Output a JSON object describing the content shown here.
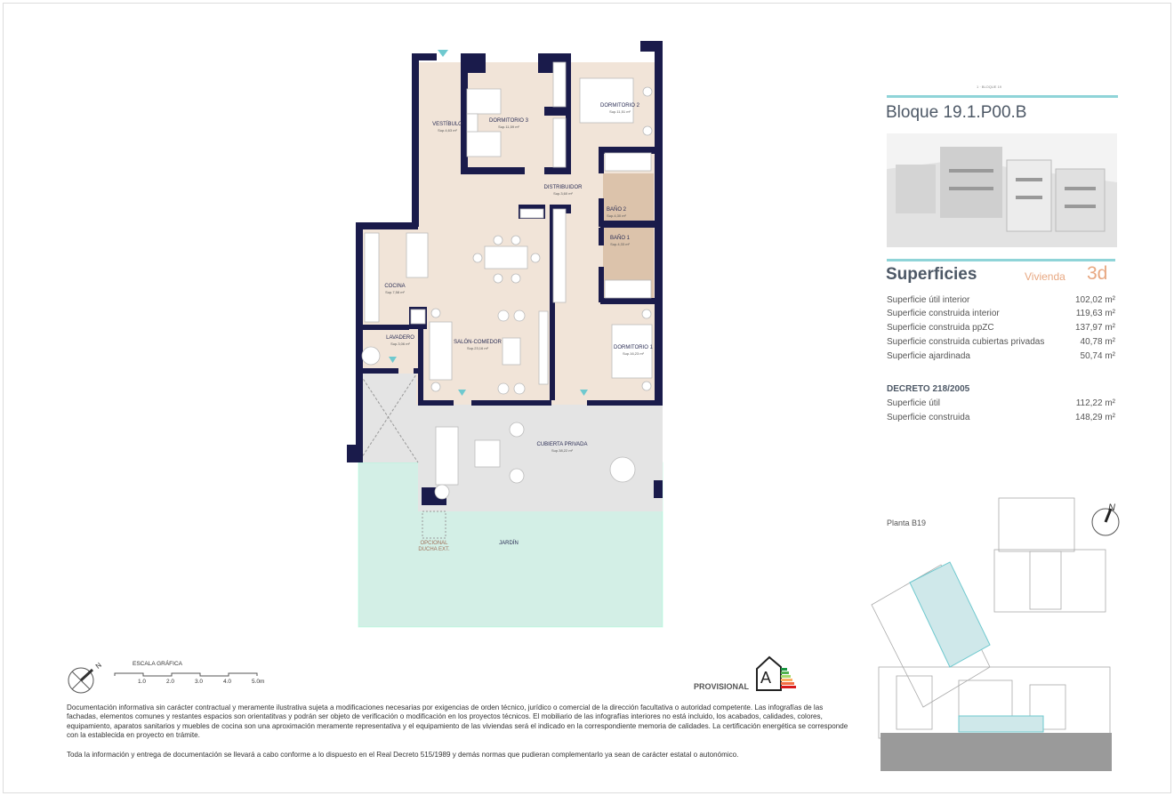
{
  "header": {
    "small_caption": "1 · BLOQUE 19",
    "title": "Bloque 19.1.P00.B"
  },
  "superficies": {
    "title": "Superficies",
    "vivienda_label": "Vivienda",
    "vivienda_type": "3d",
    "rows": [
      {
        "label": "Superficie útil interior",
        "value": "102,02 m²"
      },
      {
        "label": "Superficie construida interior",
        "value": "119,63 m²"
      },
      {
        "label": "Superficie construida ppZC",
        "value": "137,97 m²"
      },
      {
        "label": "Superficie construida cubiertas privadas",
        "value": "40,78 m²"
      },
      {
        "label": "Superficie ajardinada",
        "value": "50,74 m²"
      }
    ],
    "decreto_title": "DECRETO 218/2005",
    "decreto_rows": [
      {
        "label": "Superficie útil",
        "value": "112,22 m²"
      },
      {
        "label": "Superficie construida",
        "value": "148,29 m²"
      }
    ]
  },
  "plan": {
    "rooms": [
      {
        "name": "VESTÍBULO",
        "area": "Sup.4,63 m²"
      },
      {
        "name": "DORMITORIO 3",
        "area": "Sup.11,59 m²"
      },
      {
        "name": "DORMITORIO 2",
        "area": "Sup.11,51 m²"
      },
      {
        "name": "DISTRIBUIDOR",
        "area": "Sup.3,60 m²"
      },
      {
        "name": "BAÑO 2",
        "area": "Sup.4,30 m²"
      },
      {
        "name": "BAÑO 1",
        "area": "Sup.4,33 m²"
      },
      {
        "name": "COCINA",
        "area": "Sup.7,58 m²"
      },
      {
        "name": "LAVADERO",
        "area": "Sup.3,06 m²"
      },
      {
        "name": "SALÓN-COMEDOR",
        "area": "Sup.23,16 m²"
      },
      {
        "name": "DORMITORIO 1",
        "area": "Sup.16,23 m²"
      },
      {
        "name": "CUBIERTA PRIVADA",
        "area": "Sup.38,22 m²"
      }
    ],
    "garden": "JARDÍN",
    "shower_1": "OPCIONAL",
    "shower_2": "DUCHA EXT.",
    "colors": {
      "wall": "#1a1b4b",
      "floor": "#f1e4d8",
      "bath": "#dcc3ab",
      "terrace": "#e4e4e4",
      "garden": "#d3efe6",
      "accent": "#6fc9cf"
    }
  },
  "scale": {
    "title": "ESCALA GRÁFICA",
    "ticks": [
      "1.0",
      "2.0",
      "3.0",
      "4.0",
      "5.0m"
    ]
  },
  "compass": {
    "label": "N"
  },
  "energy": {
    "label": "PROVISIONAL",
    "rating": "A"
  },
  "site": {
    "title": "Planta B19",
    "compass": "N"
  },
  "disclaimer": {
    "p1": "Documentación informativa sin carácter contractual y meramente ilustrativa sujeta a modificaciones necesarias por exigencias de orden técnico, jurídico o comercial de la dirección facultativa o autoridad competente. Las infografías de las fachadas, elementos comunes y restantes espacios son orientatitvas y podrán ser objeto de verificación o modificación en los proyectos técnicos. El mobiliario de las infografías interiores no está incluido, los acabados, calidades, colores, equipamiento, aparatos sanitarios y muebles de cocina son una aproximación meramente representativa y el equipamiento de las viviendas será el indicado en la correspondiente memoria de calidades. La certificación energética se corresponde con la establecida en proyecto en trámite.",
    "p2": "Toda la información y entrega de documentación se llevará a cabo conforme a lo dispuesto en el Real Decreto 515/1989 y demás normas que pudieran complementarlo ya sean de carácter estatal o autonómico."
  }
}
